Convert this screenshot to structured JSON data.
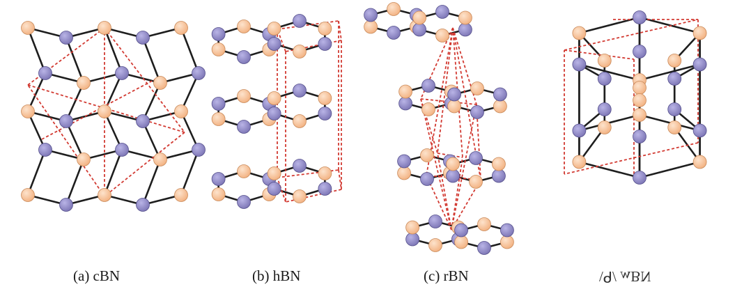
{
  "colors": {
    "background": "#ffffff",
    "boron_atom": "#f2b07f",
    "nitrogen_atom": "#7b74b4",
    "bond": "#1e1e1e",
    "unit_cell": "#d23a32"
  },
  "panels": [
    {
      "caption": "(a) cBN"
    },
    {
      "caption": "(b) hBN"
    },
    {
      "caption": "(c) rBN"
    },
    {
      "caption": "\\ᑫ/ ʍBN"
    }
  ]
}
